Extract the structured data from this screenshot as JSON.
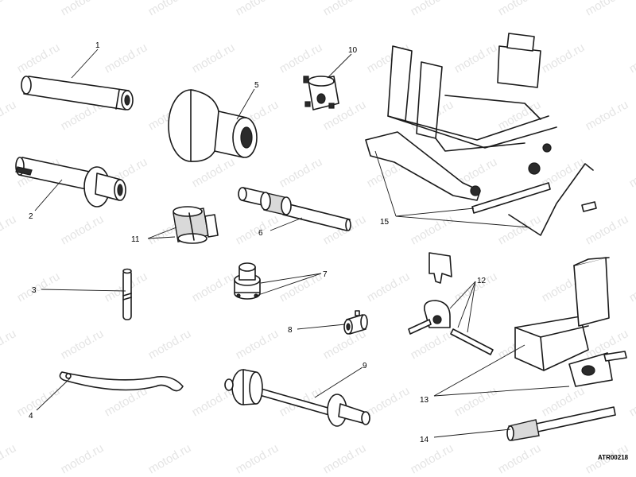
{
  "watermark": "motod.ru",
  "drawing_code": "ATR00218",
  "callouts": {
    "c1": "1",
    "c2": "2",
    "c3": "3",
    "c4": "4",
    "c5": "5",
    "c6": "6",
    "c7": "7",
    "c8": "8",
    "c9": "9",
    "c10": "10",
    "c11": "11",
    "c12": "12",
    "c13": "13",
    "c14": "14",
    "c15": "15"
  },
  "colors": {
    "ink": "#1a1a1a",
    "watermark": "#cfcfcf",
    "background": "#ffffff"
  }
}
